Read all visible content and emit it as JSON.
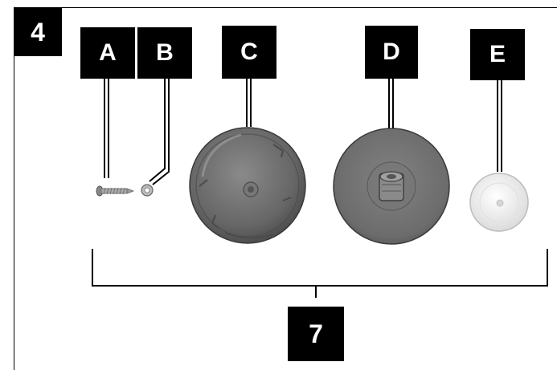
{
  "figure": {
    "number": "4",
    "part_labels": {
      "a": "A",
      "b": "B",
      "c": "C",
      "d": "D",
      "e": "E"
    },
    "group_label": "7"
  },
  "colors": {
    "label_background": "#000000",
    "label_text": "#ffffff",
    "part_gray_dark": "#5a5a5a",
    "part_gray_mid": "#7a7a7a",
    "part_white": "#f2f2f2"
  },
  "icons": {
    "a": "screw-icon",
    "b": "washer-icon",
    "c": "cap-icon",
    "d": "disc-with-nut-icon",
    "e": "white-plug-icon"
  }
}
